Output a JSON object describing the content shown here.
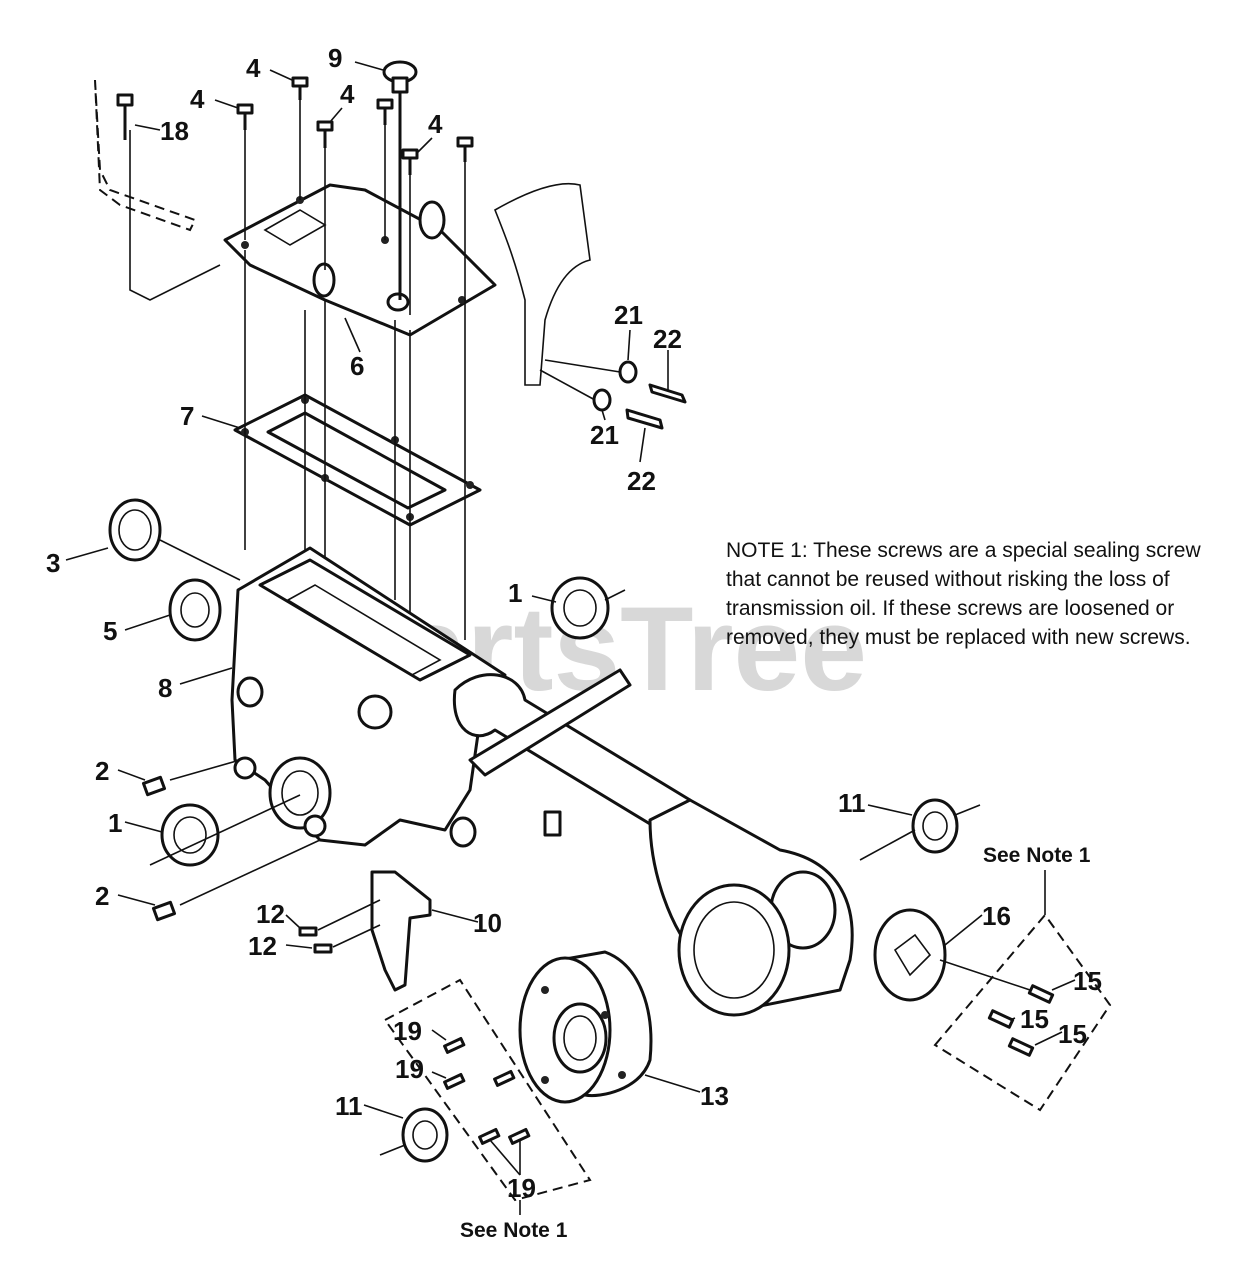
{
  "watermark": "PartsTree",
  "note": {
    "lines": [
      "NOTE 1: These screws are a special sealing screw",
      "that cannot be reused without risking the loss of",
      "transmission oil.  If these screws are loosened or",
      "removed, they must be replaced with new screws."
    ]
  },
  "see_note_labels": [
    "See Note 1",
    "See Note 1"
  ],
  "callouts": {
    "c4a": "4",
    "c9": "9",
    "c4b": "4",
    "c4c": "4",
    "c18": "18",
    "c4d": "4",
    "c6": "6",
    "c7": "7",
    "c21a": "21",
    "c22a": "22",
    "c21b": "21",
    "c22b": "22",
    "c3": "3",
    "c5": "5",
    "c8": "8",
    "c1a": "1",
    "c2a": "2",
    "c1b": "1",
    "c2b": "2",
    "c11a": "11",
    "c12a": "12",
    "c12b": "12",
    "c10": "10",
    "c16": "16",
    "c15a": "15",
    "c15b": "15",
    "c15c": "15",
    "c19a": "19",
    "c19b": "19",
    "c13": "13",
    "c11b": "11",
    "c19c": "19"
  }
}
